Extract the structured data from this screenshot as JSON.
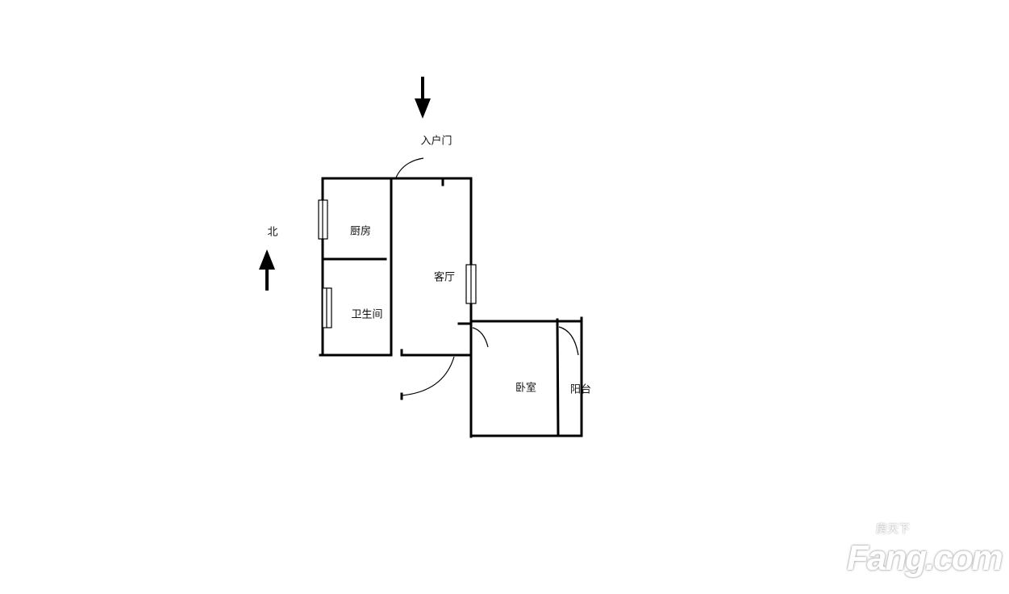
{
  "labels": {
    "entrance": "入户门",
    "kitchen": "厨房",
    "living_room": "客厅",
    "bathroom": "卫生间",
    "bedroom": "卧室",
    "balcony": "阳台",
    "north": "北"
  },
  "watermark": {
    "brand": "Fang.com",
    "brand_cn": "房天下"
  }
}
